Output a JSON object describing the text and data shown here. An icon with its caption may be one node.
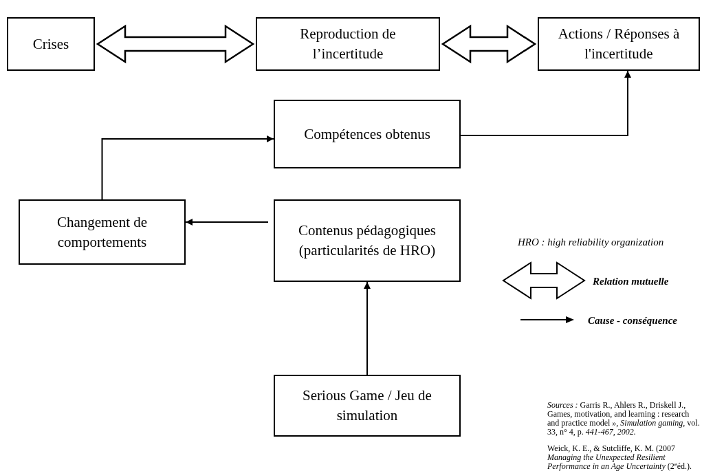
{
  "diagram": {
    "nodes": [
      {
        "text": [
          "Crises"
        ]
      },
      {
        "text": [
          "Reproduction de l’incertitude"
        ]
      },
      {
        "text": [
          "Actions / Réponses à l'incertitude"
        ]
      },
      {
        "text": [
          "Compétences obtenus"
        ]
      },
      {
        "text": [
          "Changement de comportements"
        ]
      },
      {
        "text": [
          "Contenus pédagogiques (particularités de HRO)"
        ]
      },
      {
        "text": [
          "Serious Game / Jeu de simulation"
        ]
      }
    ],
    "edges": [
      {
        "from": 0,
        "to": 1,
        "arrow": "both",
        "style": "thick"
      },
      {
        "from": 1,
        "to": 2,
        "arrow": "both",
        "style": "thick"
      },
      {
        "from": 3,
        "to": 2,
        "arrow": "to"
      },
      {
        "from": 4,
        "to": 3,
        "arrow": "to"
      },
      {
        "from": 5,
        "to": 4,
        "arrow": "to"
      },
      {
        "from": 6,
        "to": 5,
        "arrow": "to"
      }
    ],
    "labels": [
      "HRO :  high reliability organization",
      "*Sources :* Garris R., Ahlers R., Driskell J., Games, motivation, and learning : research and practice model », *Simulation gaming*, vol. 33, n° 4, p. *441-467, 2002.*",
      "Weick, K. E., & Sutcliffe, K. M. (2007 *Managing the Unexpected Resilient Performance in an Age Uncertainty* (2$^{e}$éd.)."
    ],
    "legend": [
      {
        "text": "Relation mutuelle"
      },
      {
        "text": "Cause - conséquence"
      }
    ]
  }
}
